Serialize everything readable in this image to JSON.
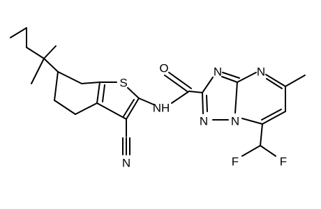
{
  "molecule": {
    "atoms": {
      "sulfur": "S",
      "amide_oxygen": "O",
      "amide_nh": "NH",
      "nitrile_n": "N",
      "triazole_n_top": "N",
      "triazole_n_left": "N",
      "triazole_n_bridge": "N",
      "pyrimidine_n": "N",
      "fluorine_left": "F",
      "fluorine_right": "F"
    }
  }
}
